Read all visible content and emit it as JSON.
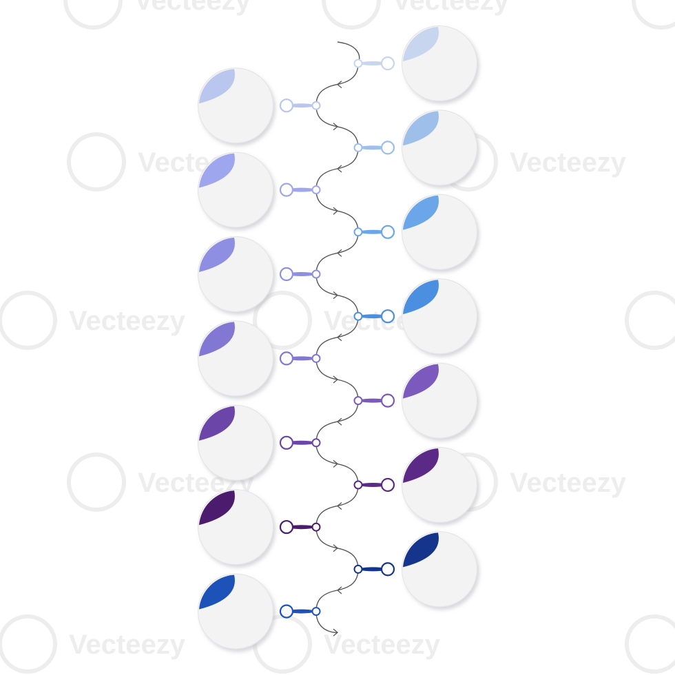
{
  "watermark": {
    "text": "Vecteezy",
    "fill": "#ededed"
  },
  "diagram": {
    "type": "zigzag-timeline",
    "connector_color": "#555555",
    "circle_fill": "#f3f3f4",
    "circle_shadow": "#d6d6d9",
    "steps": [
      {
        "side": "right",
        "color": "#c7d5ee"
      },
      {
        "side": "left",
        "color": "#b9c6ee"
      },
      {
        "side": "right",
        "color": "#9dbfea"
      },
      {
        "side": "left",
        "color": "#9ea6ee"
      },
      {
        "side": "right",
        "color": "#6aa6e8"
      },
      {
        "side": "left",
        "color": "#8e8fe3"
      },
      {
        "side": "right",
        "color": "#4b8fe0"
      },
      {
        "side": "left",
        "color": "#8277d2"
      },
      {
        "side": "right",
        "color": "#7b59bd"
      },
      {
        "side": "left",
        "color": "#6b45a7"
      },
      {
        "side": "right",
        "color": "#5a2a86"
      },
      {
        "side": "left",
        "color": "#4b1c6e"
      },
      {
        "side": "right",
        "color": "#15358c"
      },
      {
        "side": "left",
        "color": "#1d52b8"
      }
    ]
  }
}
